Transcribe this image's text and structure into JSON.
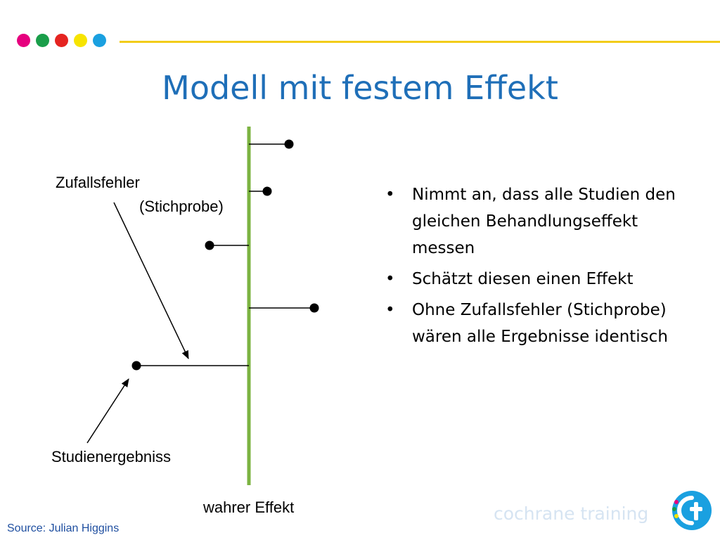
{
  "header": {
    "dot_colors": [
      "#e6007e",
      "#1a9e4a",
      "#e52421",
      "#f7e400",
      "#1aa0e0"
    ],
    "accent_line_color": "#f2cc1a"
  },
  "title": "Modell mit festem Effekt",
  "diagram": {
    "true_effect_line_color": "#7cb342",
    "true_effect_label": "wahrer Effekt",
    "random_error_label_line1": "Zufallsfehler",
    "random_error_label_line2": "(Stichprobe)",
    "study_result_label": "Studienergebniss"
  },
  "bullets": [
    "Nimmt an, dass alle Studien den gleichen Behandlungseffekt messen",
    "Schätzt diesen einen Effekt",
    "Ohne Zufallsfehler (Stichprobe) wären alle Ergebnisse identisch"
  ],
  "footer": {
    "source": "Source: Julian Higgins",
    "brand": "cochrane training",
    "logo_icon": "cochrane-training-logo"
  }
}
